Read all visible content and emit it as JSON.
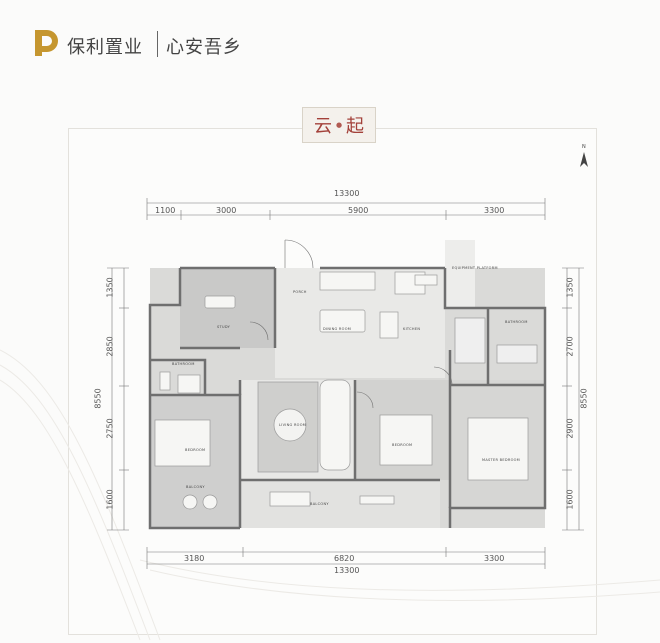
{
  "brand": {
    "name": "保利置业",
    "project": "心安吾乡",
    "colors": {
      "gold": "#c5962f",
      "title_red": "#a3413a"
    }
  },
  "title": {
    "left": "云",
    "mark": "●",
    "right": "起"
  },
  "dimensions": {
    "top_total": "13300",
    "top_segments": [
      "1100",
      "3000",
      "5900",
      "3300"
    ],
    "bottom_segments": [
      "3180",
      "6820",
      "3300"
    ],
    "bottom_total": "13300",
    "left_total": "8550",
    "left_segments": [
      "1350",
      "2850",
      "2750",
      "1600"
    ],
    "right_total": "8550",
    "right_segments": [
      "1350",
      "2700",
      "2900",
      "1600"
    ]
  },
  "rooms": {
    "study": "STUDY",
    "porch": "PORCH",
    "dining": "DINING ROOM",
    "kitchen": "KITCHEN",
    "equipment": "EQUIPMENT PLATFORM",
    "bathroom_left": "BATHROOM",
    "bathroom_right": "BATHROOM",
    "bedroom_left": "BEDROOM",
    "living": "LIVING ROOM",
    "bedroom_mid": "BEDROOM",
    "master": "MASTER BEDROOM",
    "balcony_left": "BALCONY",
    "balcony_mid": "BALCONY"
  },
  "icons": {
    "logo": "p-logo-icon",
    "compass": "north-arrow-icon"
  }
}
